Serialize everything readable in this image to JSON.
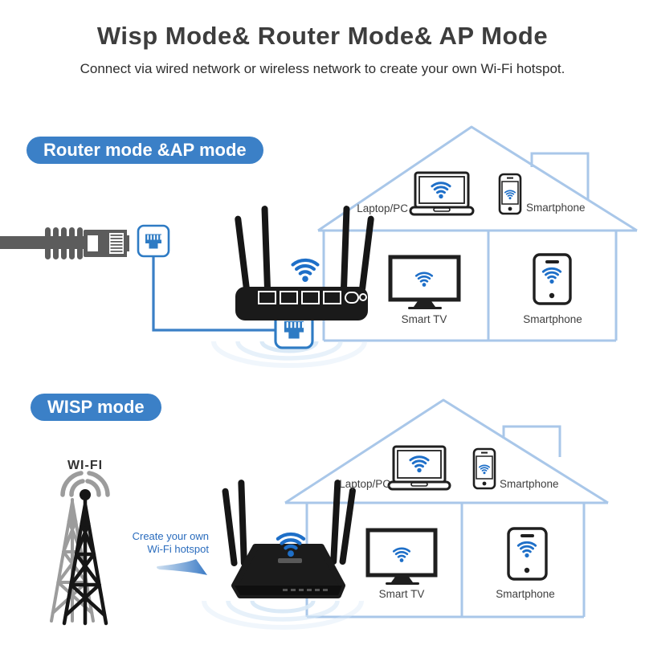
{
  "header": {
    "title": "Wisp Mode& Router Mode& AP Mode",
    "subtitle": "Connect via wired network or wireless network to create your own Wi-Fi hotspot."
  },
  "router_ap_section": {
    "badge": "Router mode &AP mode",
    "labels": {
      "laptop": "Laptop/PC",
      "smartphone_attic": "Smartphone",
      "smart_tv": "Smart TV",
      "smartphone_room": "Smartphone"
    }
  },
  "wisp_section": {
    "badge": "WISP mode",
    "tower_label": "WI-FI",
    "note": {
      "line1": "Create your own",
      "line2": "Wi-Fi hotspot"
    },
    "labels": {
      "laptop": "Laptop/PC",
      "smartphone_attic": "Smartphone",
      "smart_tv": "Smart TV",
      "smartphone_room": "Smartphone"
    }
  },
  "colors": {
    "badge_blue": "#3b80c7",
    "wifi_blue": "#1e6fc8",
    "house_line_blue": "#a9c7e9",
    "connector_blue": "#3a7fc6",
    "ethernet_icon_blue": "#2e7bc4",
    "note_blue": "#2a6cbd",
    "cable_gray": "#5c5c5c",
    "tower_gray": "#9c9c9c",
    "device_ink": "#1f1f1f",
    "label_gray": "#3f3f3f",
    "ripple_blue": "#d7e8f6",
    "background": "#ffffff"
  }
}
